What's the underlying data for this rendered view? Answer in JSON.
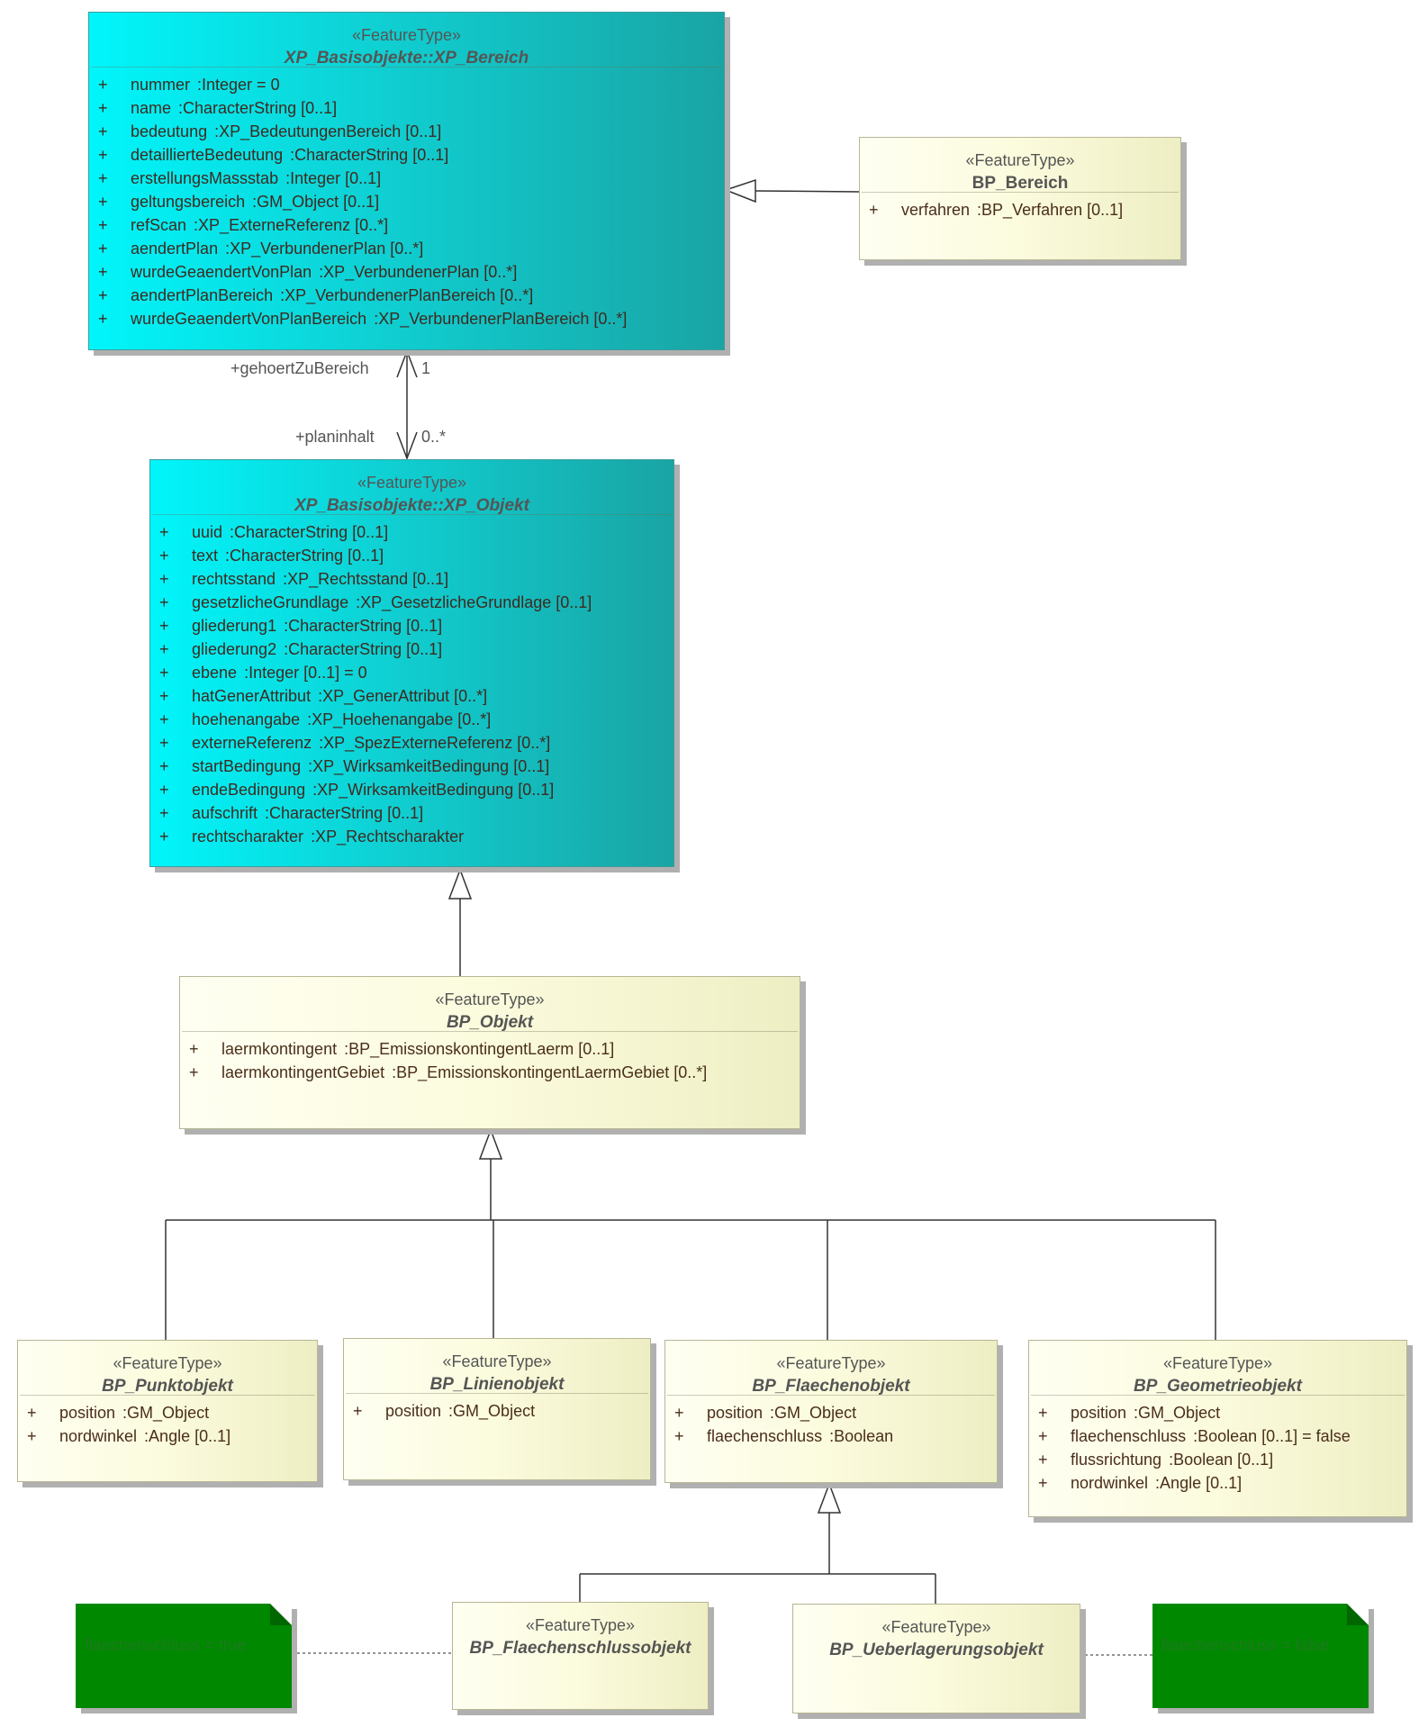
{
  "stereotype": "«FeatureType»",
  "classes": {
    "xp_bereich": {
      "name": "XP_Basisobjekte::XP_Bereich",
      "attributes": [
        {
          "vis": "+",
          "name": "nummer",
          "type": ":Integer = 0"
        },
        {
          "vis": "+",
          "name": "name",
          "type": ":CharacterString [0..1]"
        },
        {
          "vis": "+",
          "name": "bedeutung",
          "type": ":XP_BedeutungenBereich [0..1]"
        },
        {
          "vis": "+",
          "name": "detaillierteBedeutung",
          "type": ":CharacterString [0..1]"
        },
        {
          "vis": "+",
          "name": "erstellungsMassstab",
          "type": ":Integer [0..1]"
        },
        {
          "vis": "+",
          "name": "geltungsbereich",
          "type": ":GM_Object [0..1]"
        },
        {
          "vis": "+",
          "name": "refScan",
          "type": ":XP_ExterneReferenz [0..*]"
        },
        {
          "vis": "+",
          "name": "aendertPlan",
          "type": ":XP_VerbundenerPlan [0..*]"
        },
        {
          "vis": "+",
          "name": "wurdeGeaendertVonPlan",
          "type": ":XP_VerbundenerPlan [0..*]"
        },
        {
          "vis": "+",
          "name": "aendertPlanBereich",
          "type": ":XP_VerbundenerPlanBereich [0..*]"
        },
        {
          "vis": "+",
          "name": "wurdeGeaendertVonPlanBereich",
          "type": ":XP_VerbundenerPlanBereich [0..*]"
        }
      ]
    },
    "bp_bereich": {
      "name": "BP_Bereich",
      "attributes": [
        {
          "vis": "+",
          "name": "verfahren",
          "type": ":BP_Verfahren [0..1]"
        }
      ]
    },
    "xp_objekt": {
      "name": "XP_Basisobjekte::XP_Objekt",
      "attributes": [
        {
          "vis": "+",
          "name": "uuid",
          "type": ":CharacterString [0..1]"
        },
        {
          "vis": "+",
          "name": "text",
          "type": ":CharacterString [0..1]"
        },
        {
          "vis": "+",
          "name": "rechtsstand",
          "type": ":XP_Rechtsstand [0..1]"
        },
        {
          "vis": "+",
          "name": "gesetzlicheGrundlage",
          "type": ":XP_GesetzlicheGrundlage [0..1]"
        },
        {
          "vis": "+",
          "name": "gliederung1",
          "type": ":CharacterString [0..1]"
        },
        {
          "vis": "+",
          "name": "gliederung2",
          "type": ":CharacterString [0..1]"
        },
        {
          "vis": "+",
          "name": "ebene",
          "type": ":Integer [0..1] = 0"
        },
        {
          "vis": "+",
          "name": "hatGenerAttribut",
          "type": ":XP_GenerAttribut [0..*]"
        },
        {
          "vis": "+",
          "name": "hoehenangabe",
          "type": ":XP_Hoehenangabe [0..*]"
        },
        {
          "vis": "+",
          "name": "externeReferenz",
          "type": ":XP_SpezExterneReferenz [0..*]"
        },
        {
          "vis": "+",
          "name": "startBedingung",
          "type": ":XP_WirksamkeitBedingung [0..1]"
        },
        {
          "vis": "+",
          "name": "endeBedingung",
          "type": ":XP_WirksamkeitBedingung [0..1]"
        },
        {
          "vis": "+",
          "name": "aufschrift",
          "type": ":CharacterString [0..1]"
        },
        {
          "vis": "+",
          "name": "rechtscharakter",
          "type": ":XP_Rechtscharakter"
        }
      ]
    },
    "bp_objekt": {
      "name": "BP_Objekt",
      "attributes": [
        {
          "vis": "+",
          "name": "laermkontingent",
          "type": ":BP_EmissionskontingentLaerm [0..1]"
        },
        {
          "vis": "+",
          "name": "laermkontingentGebiet",
          "type": ":BP_EmissionskontingentLaermGebiet [0..*]"
        }
      ]
    },
    "bp_punktobjekt": {
      "name": "BP_Punktobjekt",
      "attributes": [
        {
          "vis": "+",
          "name": "position",
          "type": ":GM_Object"
        },
        {
          "vis": "+",
          "name": "nordwinkel",
          "type": ":Angle [0..1]"
        }
      ]
    },
    "bp_linienobjekt": {
      "name": "BP_Linienobjekt",
      "attributes": [
        {
          "vis": "+",
          "name": "position",
          "type": ":GM_Object"
        }
      ]
    },
    "bp_flaechenobjekt": {
      "name": "BP_Flaechenobjekt",
      "attributes": [
        {
          "vis": "+",
          "name": "position",
          "type": ":GM_Object"
        },
        {
          "vis": "+",
          "name": "flaechenschluss",
          "type": ":Boolean"
        }
      ]
    },
    "bp_geometrieobjekt": {
      "name": "BP_Geometrieobjekt",
      "attributes": [
        {
          "vis": "+",
          "name": "position",
          "type": ":GM_Object"
        },
        {
          "vis": "+",
          "name": "flaechenschluss",
          "type": ":Boolean [0..1] = false"
        },
        {
          "vis": "+",
          "name": "flussrichtung",
          "type": ":Boolean [0..1]"
        },
        {
          "vis": "+",
          "name": "nordwinkel",
          "type": ":Angle [0..1]"
        }
      ]
    },
    "bp_flaechenschlussobjekt": {
      "name": "BP_Flaechenschlussobjekt",
      "attributes": []
    },
    "bp_ueberlagerungsobjekt": {
      "name": "BP_Ueberlagerungsobjekt",
      "attributes": []
    }
  },
  "association": {
    "role_top": "+gehoertZuBereich",
    "mult_top": "1",
    "role_bottom": "+planinhalt",
    "mult_bottom": "0..*"
  },
  "notes": {
    "left": "flaechenschluss = true",
    "right": "flaechenschluss = false"
  },
  "colors": {
    "line": "#333333",
    "note": "#008800"
  }
}
